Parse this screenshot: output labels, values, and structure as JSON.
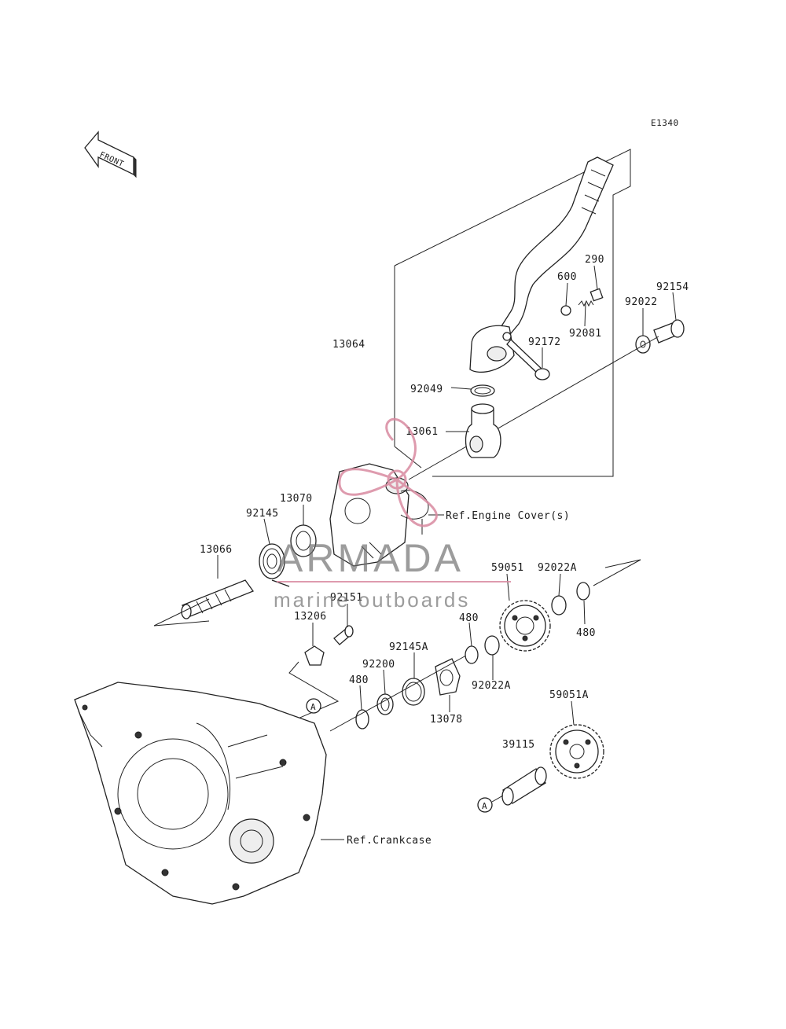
{
  "diagram_code": "E1340",
  "front_label": "FRONT",
  "callouts": {
    "p13064": "13064",
    "p600": "600",
    "p290": "290",
    "p92154": "92154",
    "p92022": "92022",
    "p92081": "92081",
    "p92172": "92172",
    "p92049": "92049",
    "p13061": "13061",
    "p13070": "13070",
    "p92145": "92145",
    "p13066": "13066",
    "p59051": "59051",
    "p92022A_top": "92022A",
    "p480_right": "480",
    "p92151": "92151",
    "p13206": "13206",
    "p480_mid": "480",
    "p92145A": "92145A",
    "p92200": "92200",
    "p92022A_low": "92022A",
    "p480_left": "480",
    "p13078": "13078",
    "p59051A": "59051A",
    "p39115": "39115"
  },
  "references": {
    "engine_cover": "Ref.Engine Cover(s)",
    "crankcase": "Ref.Crankcase"
  },
  "markers": {
    "a1": "A",
    "a2": "A"
  },
  "watermark": {
    "brand": "ARMADA",
    "tagline": "marine outboards",
    "color": "#d98aa0"
  }
}
